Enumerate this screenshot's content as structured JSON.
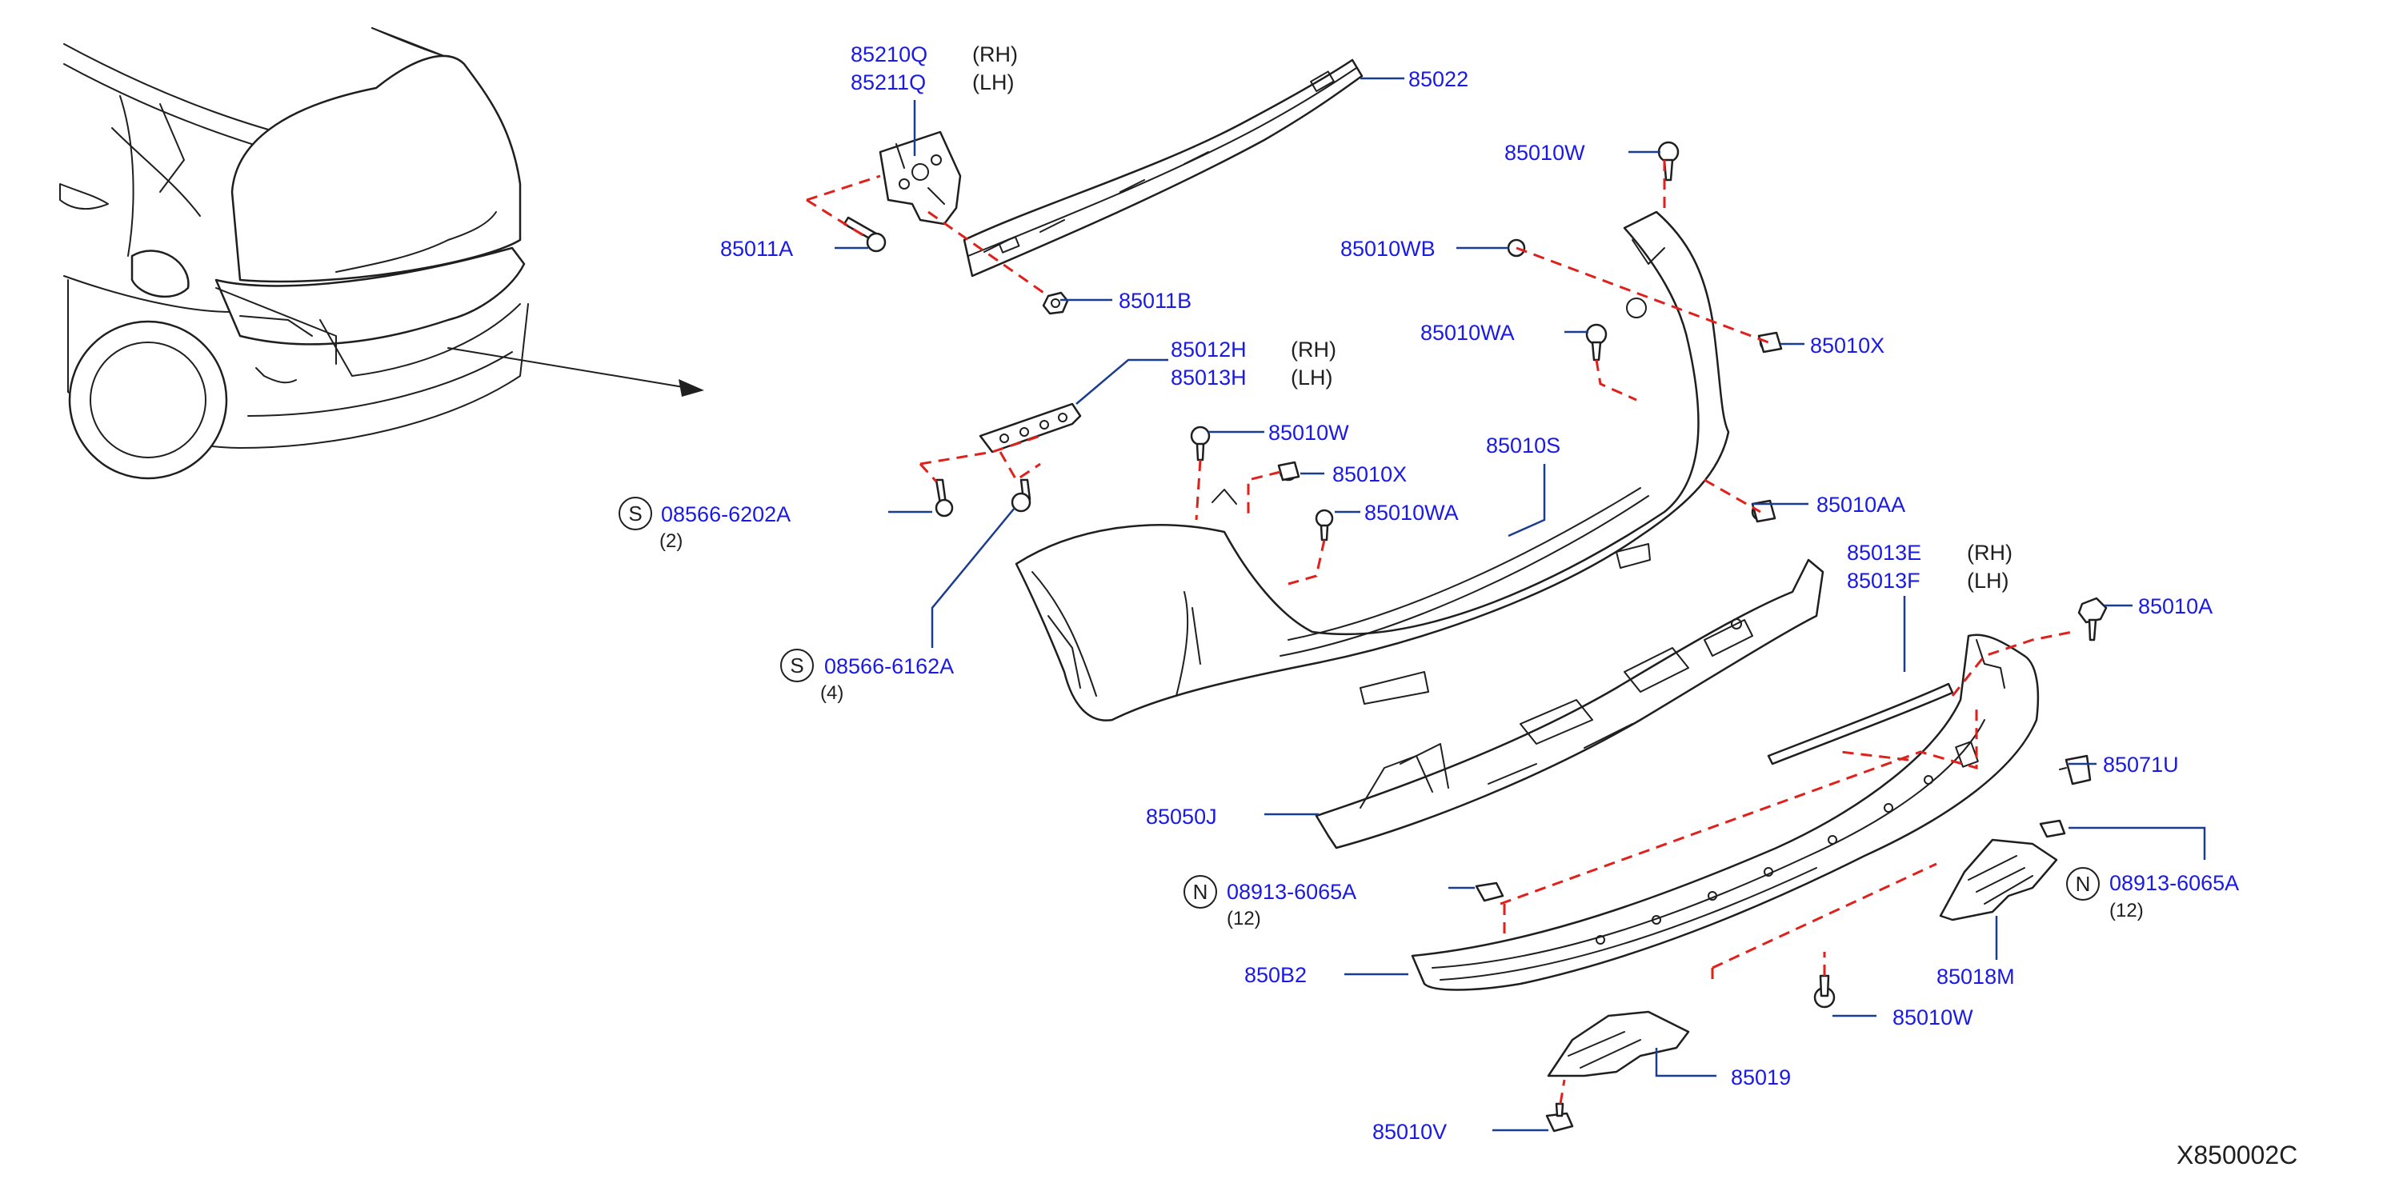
{
  "part_numbers": {
    "p85210Q": "85210Q",
    "p85211Q": "85211Q",
    "p85022": "85022",
    "p85011A": "85011A",
    "p85011B": "85011B",
    "p85012H": "85012H",
    "p85013H": "85013H",
    "p85010W_top": "85010W",
    "p85010WB": "85010WB",
    "p85010WA_upper": "85010WA",
    "p85010X_right": "85010X",
    "p85010W_mid": "85010W",
    "p85010X_mid": "85010X",
    "p85010WA_mid": "85010WA",
    "p85010S": "85010S",
    "p85010AA": "85010AA",
    "p08566_6202A": "08566-6202A",
    "p08566_6162A": "08566-6162A",
    "p85013E": "85013E",
    "p85013F": "85013F",
    "p85010A": "85010A",
    "p85071U": "85071U",
    "p85050J": "85050J",
    "p08913_6065A_left": "08913-6065A",
    "p08913_6065A_right": "08913-6065A",
    "p850B2": "850B2",
    "p85018M": "85018M",
    "p85010W_bottom": "85010W",
    "p85019": "85019",
    "p85010V": "85010V"
  },
  "side_labels": {
    "rh": "(RH)",
    "lh": "(LH)"
  },
  "quantities": {
    "q6202A": "(2)",
    "q6162A": "(4)",
    "q6065A_left": "(12)",
    "q6065A_right": "(12)"
  },
  "prefix_letters": {
    "s": "S",
    "n": "N"
  },
  "figure_ref": "X850002C",
  "colors": {
    "part_number": "#1a1ae6",
    "leader_line": "#1a3d8f",
    "dashed_link": "#e0201b",
    "outline": "#1f1f1f"
  }
}
